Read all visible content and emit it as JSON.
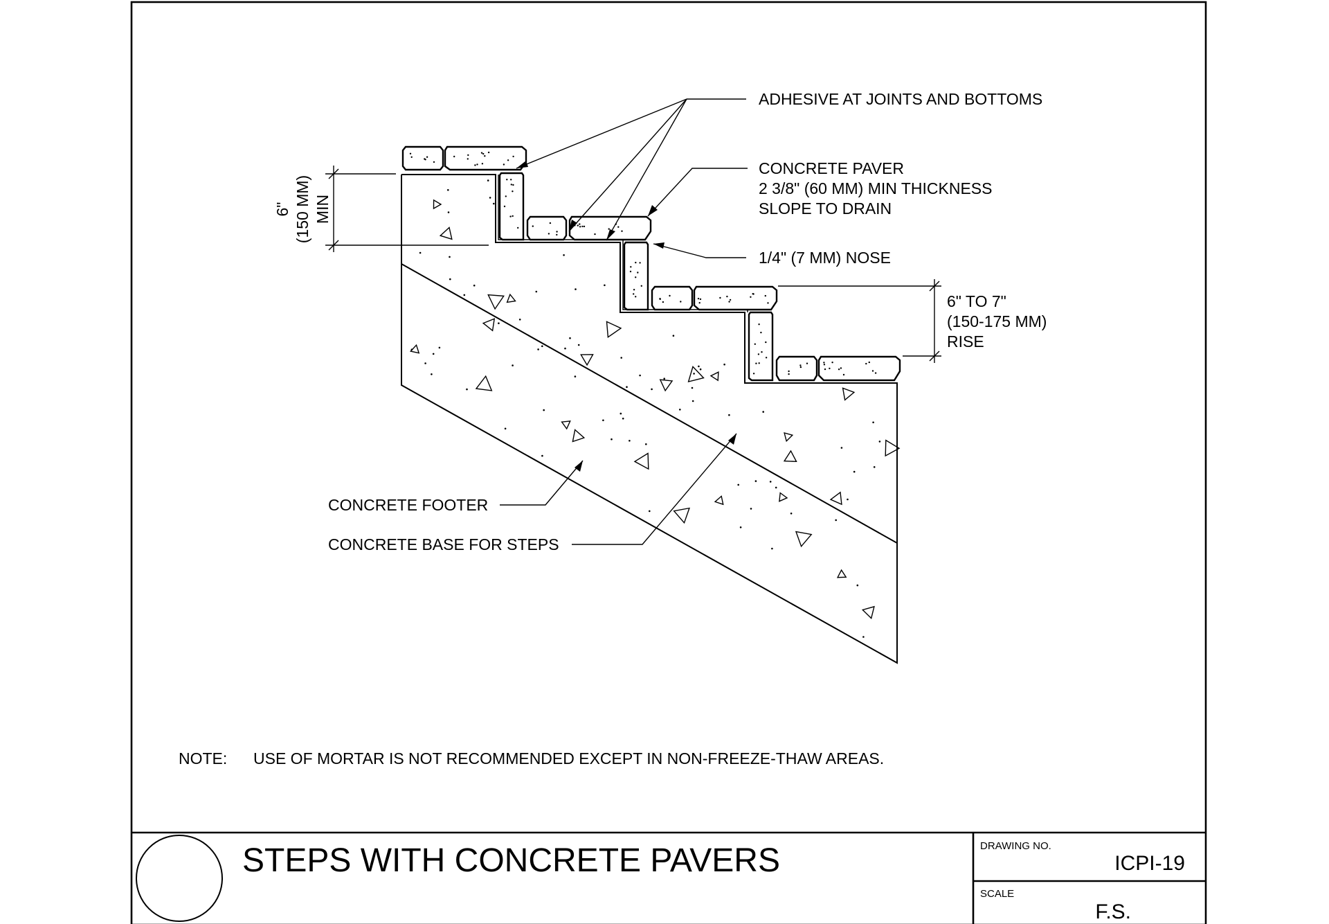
{
  "callouts": {
    "adhesive": "ADHESIVE AT JOINTS AND BOTTOMS",
    "paver_line1": "CONCRETE PAVER",
    "paver_line2": "2 3/8\" (60 MM) MIN THICKNESS",
    "paver_line3": "SLOPE TO DRAIN",
    "nose": "1/4\" (7 MM) NOSE",
    "rise_line1": "6\" TO 7\"",
    "rise_line2": "(150-175 MM)",
    "rise_line3": "RISE",
    "footer": "CONCRETE FOOTER",
    "base": "CONCRETE BASE FOR STEPS"
  },
  "dimension_min": {
    "line1": "6\"",
    "line2": "(150 MM)",
    "line3": "MIN"
  },
  "note": {
    "label": "NOTE:",
    "text": "USE OF MORTAR IS NOT RECOMMENDED EXCEPT IN NON-FREEZE-THAW AREAS."
  },
  "title_block": {
    "title": "STEPS WITH CONCRETE PAVERS",
    "drawing_no_label": "DRAWING NO.",
    "drawing_no": "ICPI-19",
    "scale_label": "SCALE",
    "scale": "F.S."
  }
}
